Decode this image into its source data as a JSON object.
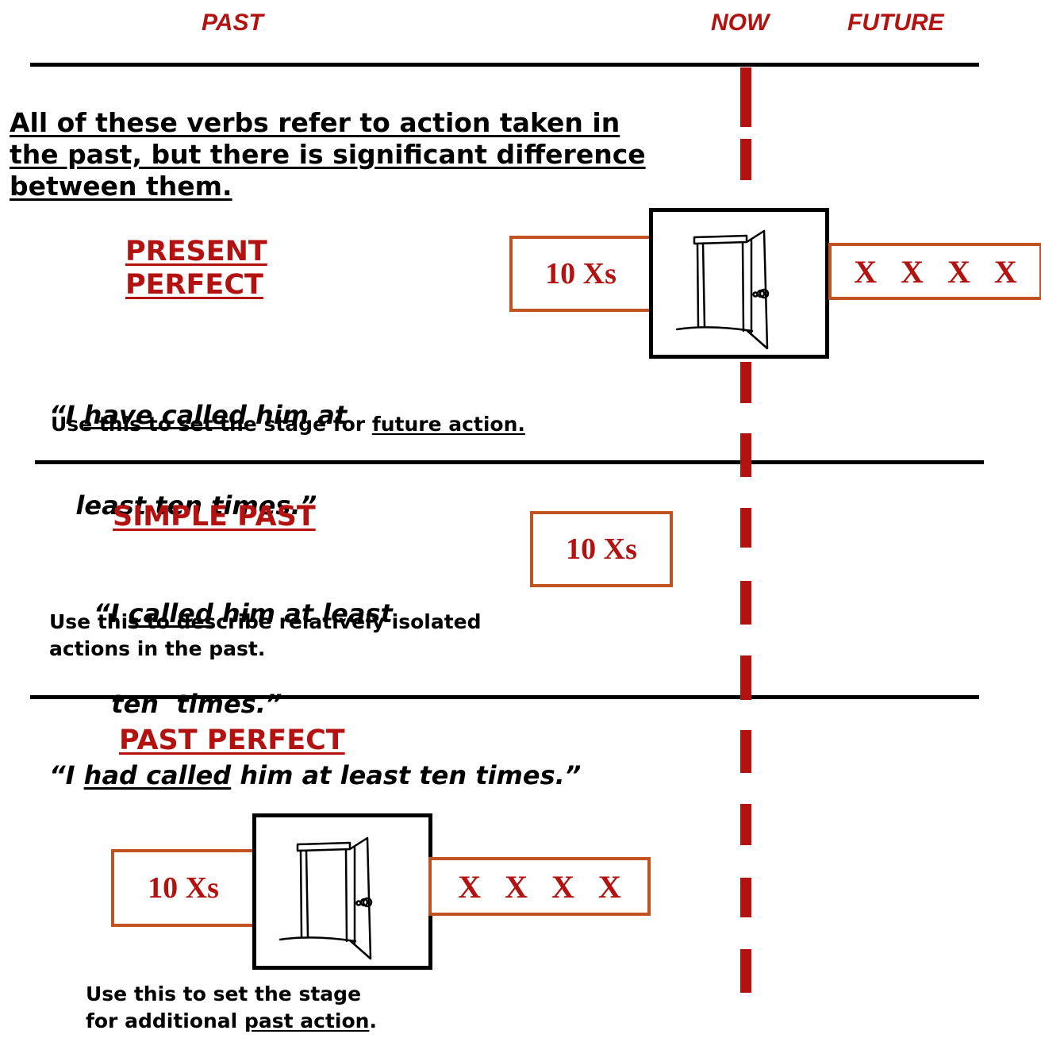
{
  "timeline": {
    "past_label": "PAST",
    "now_label": "NOW",
    "future_label": "FUTURE"
  },
  "intro": {
    "line1": "All of these verbs refer to action taken in",
    "line2": "the past, but there is significant difference",
    "line3": "between them."
  },
  "present_perfect": {
    "title_line1": "PRESENT",
    "title_line2": "PERFECT",
    "quote_open": "“I ",
    "quote_verb": "have called",
    "quote_rest1": " him at",
    "quote_line2": "   least ten times.”",
    "note_text": "Use this to set the stage for ",
    "note_link": "future action.",
    "box_before": "10 Xs",
    "box_after": "X X X X",
    "door_icon": "open-door-icon"
  },
  "simple_past": {
    "title": "SIMPLE PAST",
    "quote_open": "“I ",
    "quote_verb": "called",
    "quote_rest1": " him at least",
    "quote_line2": "  ten  times.”",
    "note_line1": "Use this to describe relatively isolated",
    "note_line2": "actions in the past.",
    "box": "10 Xs"
  },
  "past_perfect": {
    "title": "PAST PERFECT",
    "quote_open": "“I ",
    "quote_verb": "had called",
    "quote_rest": " him at least ten times.”",
    "box_before": "10 Xs",
    "box_after": "X X X X",
    "door_icon": "open-door-icon",
    "note_line1": "Use this to set the stage",
    "note_line2_pre": "for additional ",
    "note_link": "past action",
    "note_end": "."
  },
  "colors": {
    "accent_red": "#b31210",
    "box_border": "#c0531f",
    "rule": "#000000"
  }
}
